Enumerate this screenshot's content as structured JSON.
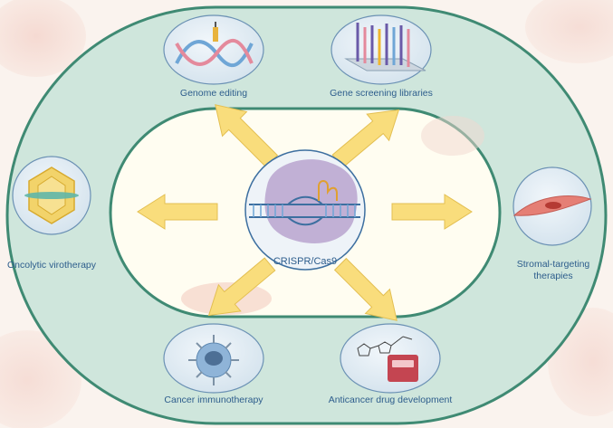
{
  "center": {
    "label": "CRISPR/Cas9"
  },
  "applications": {
    "genome_editing": "Genome editing",
    "gene_screening": "Gene screening libraries",
    "oncolytic": "Oncolytic virotherapy",
    "stromal_line1": "Stromal-targeting",
    "stromal_line2": "therapies",
    "immunotherapy": "Cancer immunotherapy",
    "drug_development": "Anticancer drug development"
  },
  "colors": {
    "outer_ring": "#cfe6dc",
    "ring_border": "#3f8a73",
    "inner_fill": "#fffdf1",
    "arrow": "#f9dd7c",
    "label_text": "#2d5d8c"
  }
}
